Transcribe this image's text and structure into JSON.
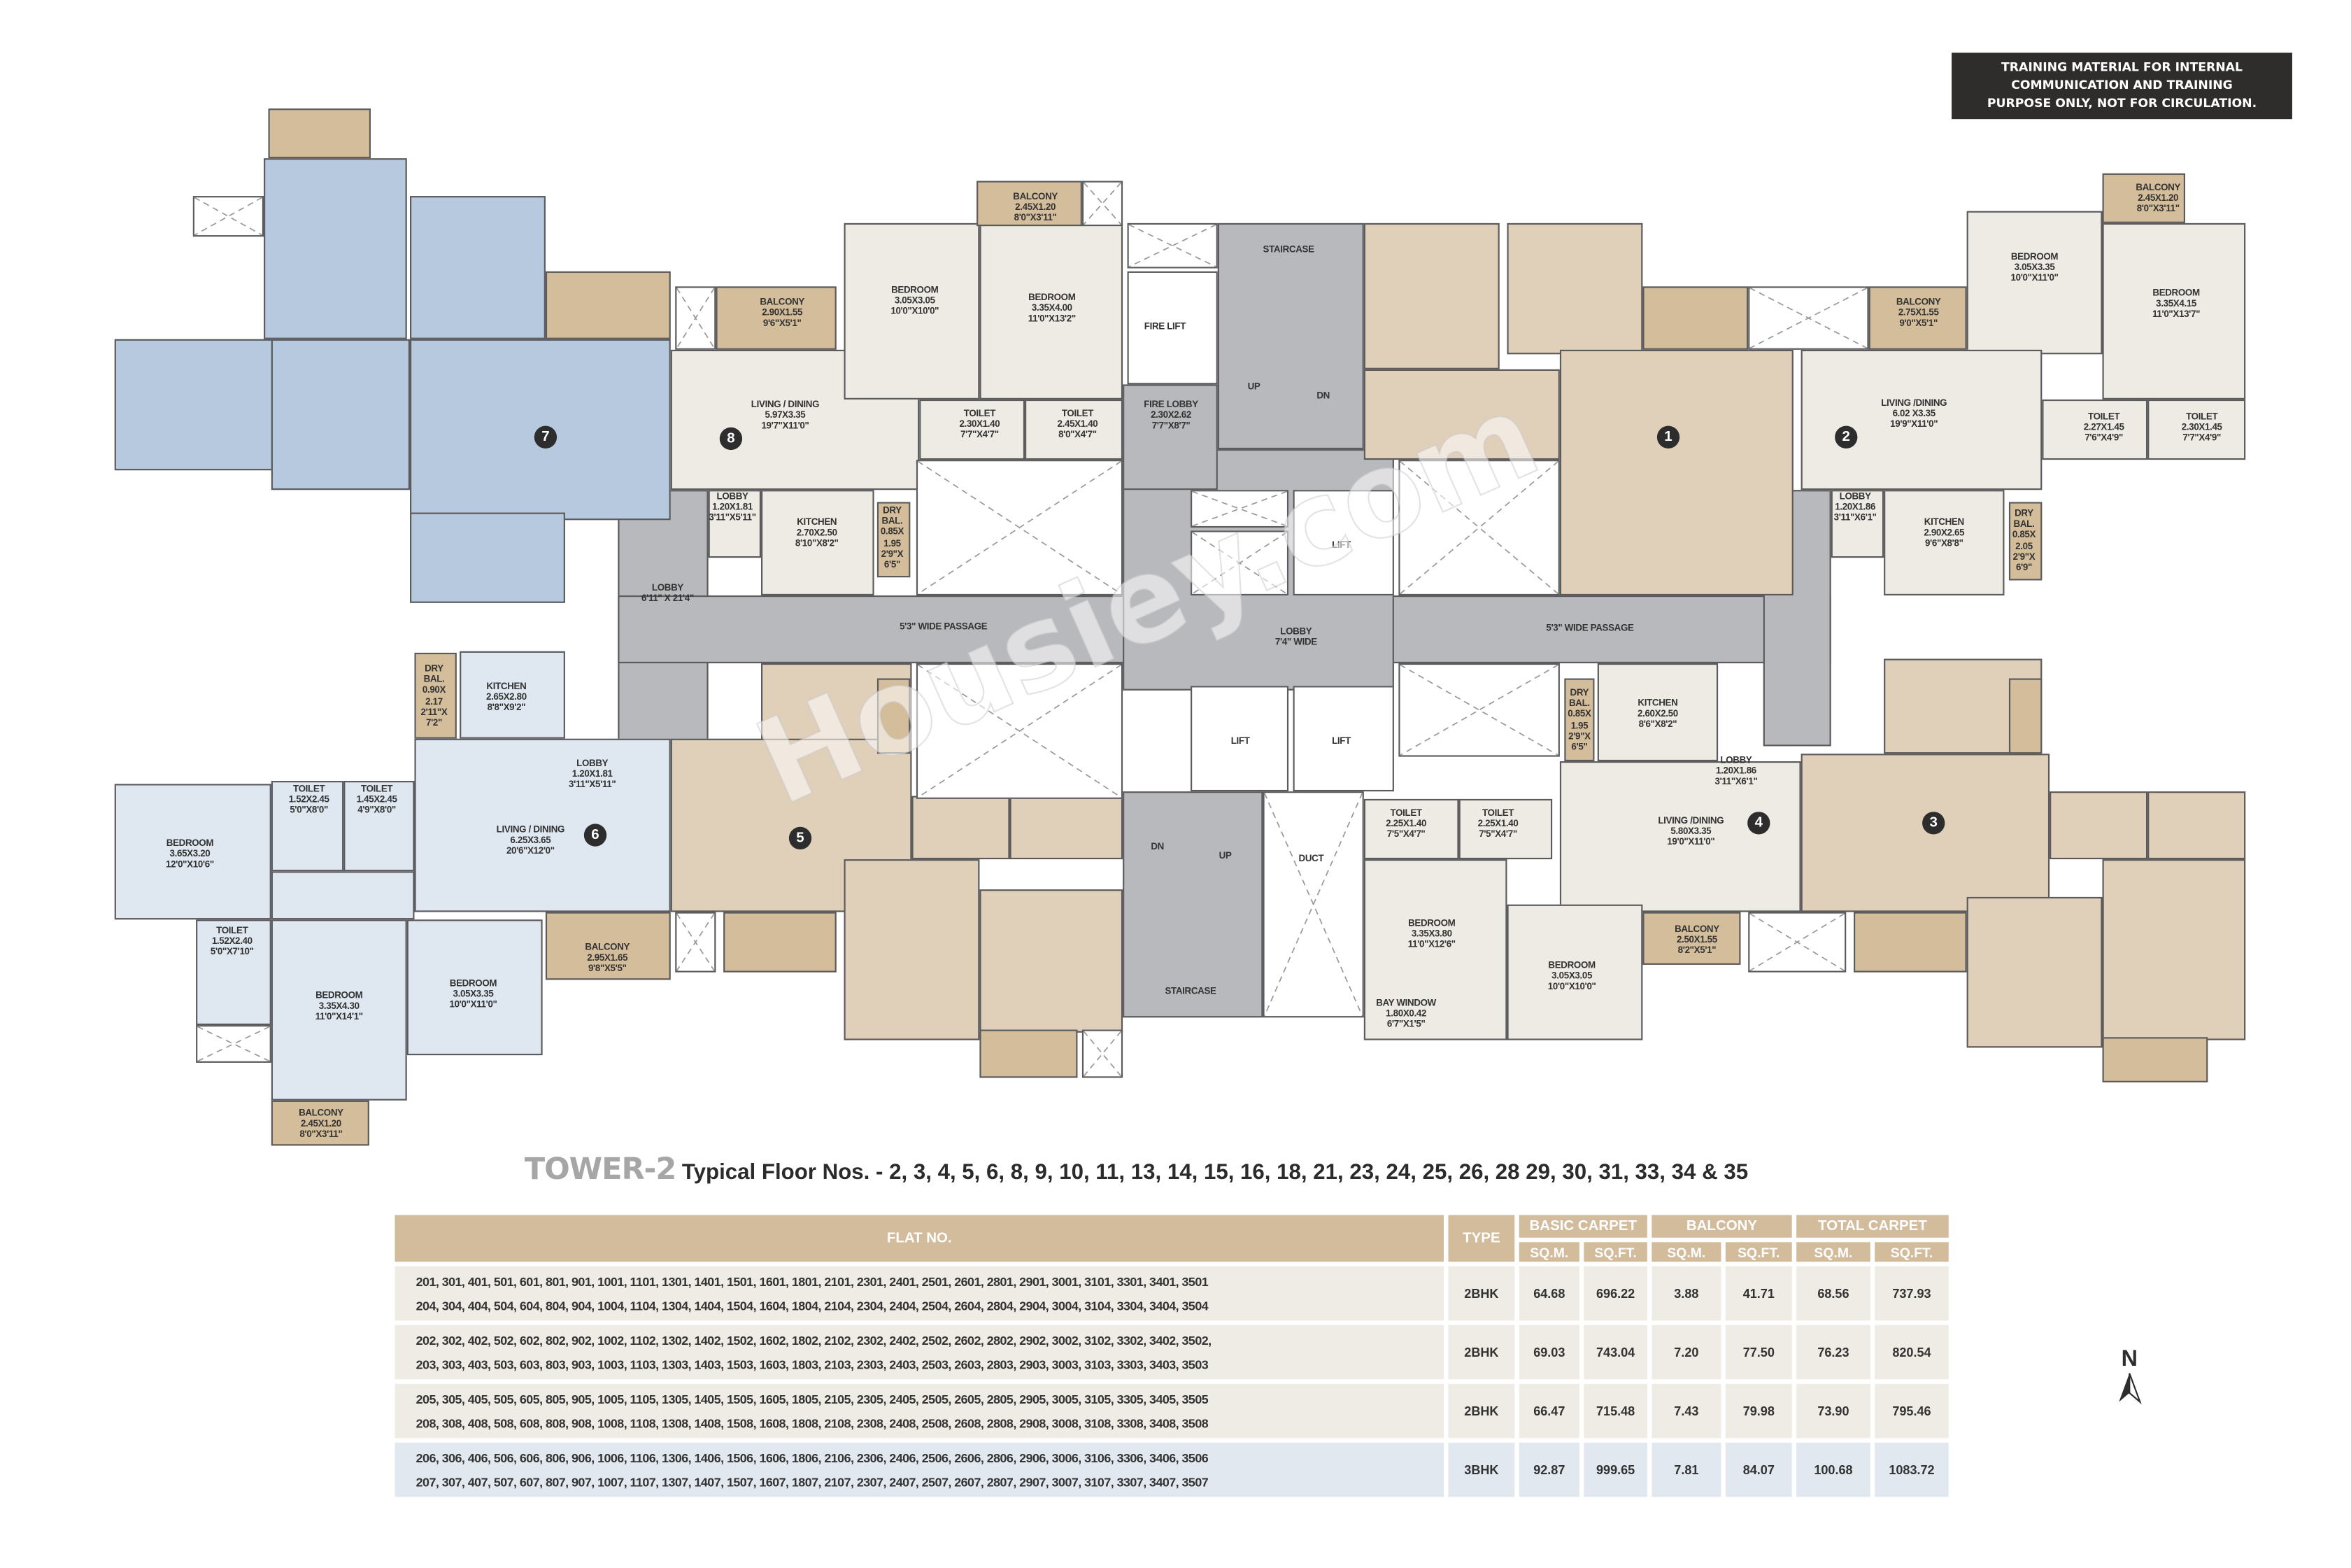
{
  "notice": {
    "lines": [
      "TRAINING MATERIAL FOR INTERNAL",
      "COMMUNICATION AND TRAINING",
      "PURPOSE ONLY, NOT FOR CIRCULATION."
    ]
  },
  "watermark": "Housiey.com",
  "colors": {
    "cream_flat": "#eeeae4",
    "beige_flat": "#e0cfb9",
    "blue_flat_3bhk": "#b7c9de",
    "light_blue_flat": "#dfe7f0",
    "balcony": "#d4bd9a",
    "core": "#b8b9bc",
    "header": "#d3bc9c",
    "notice_bg": "#2f2d2c"
  },
  "plan": {
    "flat_badges": [
      "1",
      "2",
      "3",
      "4",
      "5",
      "6",
      "7",
      "8"
    ],
    "labels": [
      {
        "lines": [
          "BALCONY",
          "2.45X1.20",
          "8'0\"X3'11\""
        ]
      },
      {
        "lines": [
          "BALCONY",
          "2.90X1.55",
          "9'6\"X5'1\""
        ]
      },
      {
        "lines": [
          "BEDROOM",
          "3.05X3.05",
          "10'0\"X10'0\""
        ]
      },
      {
        "lines": [
          "BEDROOM",
          "3.35X4.00",
          "11'0\"X13'2\""
        ]
      },
      {
        "lines": [
          "LIVING / DINING",
          "5.97X3.35",
          "19'7\"X11'0\""
        ]
      },
      {
        "lines": [
          "TOILET",
          "2.30X1.40",
          "7'7\"X4'7\""
        ]
      },
      {
        "lines": [
          "TOILET",
          "2.45X1.40",
          "8'0\"X4'7\""
        ]
      },
      {
        "lines": [
          "LOBBY",
          "1.20X1.81",
          "3'11\"X5'11\""
        ]
      },
      {
        "lines": [
          "KITCHEN",
          "2.70X2.50",
          "8'10\"X8'2\""
        ]
      },
      {
        "lines": [
          "DRY",
          "BAL.",
          "0.85X",
          "1.95",
          "2'9\"X",
          "6'5\""
        ]
      },
      {
        "lines": [
          "STAIRCASE"
        ]
      },
      {
        "lines": [
          "FIRE LIFT"
        ]
      },
      {
        "lines": [
          "FIRE LOBBY",
          "2.30X2.62",
          "7'7\"X8'7\""
        ]
      },
      {
        "lines": [
          "UP"
        ]
      },
      {
        "lines": [
          "DN"
        ]
      },
      {
        "lines": [
          "LIFT"
        ]
      },
      {
        "lines": [
          "LOBBY",
          "6'11\" X 21'4\""
        ]
      },
      {
        "lines": [
          "5'3\" WIDE PASSAGE"
        ]
      },
      {
        "lines": [
          "LOBBY",
          "7'4\" WIDE"
        ]
      },
      {
        "lines": [
          "5'3\" WIDE PASSAGE"
        ]
      },
      {
        "lines": [
          "LIFT"
        ]
      },
      {
        "lines": [
          "LIFT"
        ]
      },
      {
        "lines": [
          "DN"
        ]
      },
      {
        "lines": [
          "UP"
        ]
      },
      {
        "lines": [
          "DUCT"
        ]
      },
      {
        "lines": [
          "STAIRCASE"
        ]
      },
      {
        "lines": [
          "BALCONY",
          "2.45X1.20",
          "8'0\"X3'11\""
        ]
      },
      {
        "lines": [
          "BEDROOM",
          "3.05X3.35",
          "10'0\"X11'0\""
        ]
      },
      {
        "lines": [
          "BEDROOM",
          "3.35X4.15",
          "11'0\"X13'7\""
        ]
      },
      {
        "lines": [
          "BALCONY",
          "2.75X1.55",
          "9'0\"X5'1\""
        ]
      },
      {
        "lines": [
          "LIVING /DINING",
          "6.02 X3.35",
          "19'9\"X11'0\""
        ]
      },
      {
        "lines": [
          "TOILET",
          "2.27X1.45",
          "7'6\"X4'9\""
        ]
      },
      {
        "lines": [
          "TOILET",
          "2.30X1.45",
          "7'7\"X4'9\""
        ]
      },
      {
        "lines": [
          "LOBBY",
          "1.20X1.86",
          "3'11\"X6'1\""
        ]
      },
      {
        "lines": [
          "KITCHEN",
          "2.90X2.65",
          "9'6\"X8'8\""
        ]
      },
      {
        "lines": [
          "DRY",
          "BAL.",
          "0.85X",
          "2.05",
          "2'9\"X",
          "6'9\""
        ]
      },
      {
        "lines": [
          "DRY",
          "BAL.",
          "0.90X",
          "2.17",
          "2'11\"X",
          "7'2\""
        ]
      },
      {
        "lines": [
          "KITCHEN",
          "2.65X2.80",
          "8'8\"X9'2\""
        ]
      },
      {
        "lines": [
          "LOBBY",
          "1.20X1.81",
          "3'11\"X5'11\""
        ]
      },
      {
        "lines": [
          "TOILET",
          "1.52X2.45",
          "5'0\"X8'0\""
        ]
      },
      {
        "lines": [
          "TOILET",
          "1.45X2.45",
          "4'9\"X8'0\""
        ]
      },
      {
        "lines": [
          "BEDROOM",
          "3.65X3.20",
          "12'0\"X10'6\""
        ]
      },
      {
        "lines": [
          "LIVING / DINING",
          "6.25X3.65",
          "20'6\"X12'0\""
        ]
      },
      {
        "lines": [
          "TOILET",
          "1.52X2.40",
          "5'0\"X7'10\""
        ]
      },
      {
        "lines": [
          "BEDROOM",
          "3.35X4.30",
          "11'0\"X14'1\""
        ]
      },
      {
        "lines": [
          "BEDROOM",
          "3.05X3.35",
          "10'0\"X11'0\""
        ]
      },
      {
        "lines": [
          "BALCONY",
          "2.95X1.65",
          "9'8\"X5'5\""
        ]
      },
      {
        "lines": [
          "BALCONY",
          "2.45X1.20",
          "8'0\"X3'11\""
        ]
      },
      {
        "lines": [
          "DRY",
          "BAL.",
          "0.85X",
          "1.95",
          "2'9\"X",
          "6'5\""
        ]
      },
      {
        "lines": [
          "KITCHEN",
          "2.60X2.50",
          "8'6\"X8'2\""
        ]
      },
      {
        "lines": [
          "LOBBY",
          "1.20X1.86",
          "3'11\"X6'1\""
        ]
      },
      {
        "lines": [
          "LIVING /DINING",
          "5.80X3.35",
          "19'0\"X11'0\""
        ]
      },
      {
        "lines": [
          "TOILET",
          "2.25X1.40",
          "7'5\"X4'7\""
        ]
      },
      {
        "lines": [
          "TOILET",
          "2.25X1.40",
          "7'5\"X4'7\""
        ]
      },
      {
        "lines": [
          "BEDROOM",
          "3.35X3.80",
          "11'0\"X12'6\""
        ]
      },
      {
        "lines": [
          "BEDROOM",
          "3.05X3.05",
          "10'0\"X10'0\""
        ]
      },
      {
        "lines": [
          "BAY WINDOW",
          "1.80X0.42",
          "6'7\"X1'5\""
        ]
      },
      {
        "lines": [
          "BALCONY",
          "2.50X1.55",
          "8'2\"X5'1\""
        ]
      }
    ]
  },
  "title": {
    "tower": "TOWER-2",
    "floors": "Typical Floor Nos. - 2, 3, 4, 5, 6, 8, 9, 10, 11, 13, 14, 15, 16, 18, 21, 23, 24, 25, 26, 28 29, 30, 31, 33, 34 & 35"
  },
  "table": {
    "headers": {
      "flat_no": "FLAT NO.",
      "type": "TYPE",
      "basic_carpet": "BASIC CARPET",
      "balcony": "BALCONY",
      "total_carpet": "TOTAL CARPET",
      "sqm": "SQ.M.",
      "sqft": "SQ.FT."
    },
    "rows": [
      {
        "flats": [
          "201,  301, 401, 501, 601, 801, 901, 1001, 1101, 1301, 1401, 1501, 1601, 1801, 2101, 2301, 2401, 2501, 2601, 2801, 2901, 3001, 3101, 3301, 3401, 3501",
          "204, 304, 404, 504, 604, 804, 904, 1004, 1104, 1304, 1404, 1504, 1604, 1804, 2104, 2304, 2404, 2504, 2604, 2804, 2904, 3004, 3104, 3304, 3404, 3504"
        ],
        "type": "2BHK",
        "basic_sqm": "64.68",
        "basic_sqft": "696.22",
        "balcony_sqm": "3.88",
        "balcony_sqft": "41.71",
        "total_sqm": "68.56",
        "total_sqft": "737.93"
      },
      {
        "flats": [
          "202, 302, 402, 502, 602, 802, 902, 1002, 1102, 1302, 1402, 1502, 1602, 1802, 2102, 2302, 2402, 2502, 2602, 2802, 2902, 3002, 3102, 3302, 3402, 3502,",
          "203, 303,  403, 503, 603, 803, 903, 1003, 1103, 1303, 1403, 1503, 1603, 1803, 2103, 2303, 2403, 2503, 2603, 2803, 2903, 3003, 3103, 3303, 3403, 3503"
        ],
        "type": "2BHK",
        "basic_sqm": "69.03",
        "basic_sqft": "743.04",
        "balcony_sqm": "7.20",
        "balcony_sqft": "77.50",
        "total_sqm": "76.23",
        "total_sqft": "820.54"
      },
      {
        "flats": [
          "205, 305, 405, 505, 605, 805, 905, 1005, 1105, 1305, 1405, 1505, 1605, 1805, 2105, 2305, 2405, 2505, 2605, 2805, 2905, 3005, 3105, 3305, 3405, 3505",
          "208, 308, 408, 508, 608, 808, 908, 1008, 1108, 1308, 1408, 1508, 1608, 1808, 2108, 2308, 2408, 2508, 2608, 2808, 2908, 3008, 3108, 3308, 3408, 3508"
        ],
        "type": "2BHK",
        "basic_sqm": "66.47",
        "basic_sqft": "715.48",
        "balcony_sqm": "7.43",
        "balcony_sqft": "79.98",
        "total_sqm": "73.90",
        "total_sqft": "795.46"
      },
      {
        "flats": [
          "206, 306, 406, 506, 606, 806, 906, 1006, 1106, 1306, 1406, 1506, 1606, 1806, 2106, 2306, 2406, 2506, 2606, 2806, 2906, 3006, 3106, 3306, 3406, 3506",
          "207, 307, 407, 507, 607, 807, 907, 1007, 1107, 1307, 1407, 1507, 1607, 1807, 2107, 2307, 2407, 2507, 2607, 2807, 2907, 3007, 3107, 3307, 3407, 3507"
        ],
        "type": "3BHK",
        "basic_sqm": "92.87",
        "basic_sqft": "999.65",
        "balcony_sqm": "7.81",
        "balcony_sqft": "84.07",
        "total_sqm": "100.68",
        "total_sqft": "1083.72"
      }
    ]
  },
  "north": {
    "label": "N",
    "icon": "north-arrow-icon"
  }
}
